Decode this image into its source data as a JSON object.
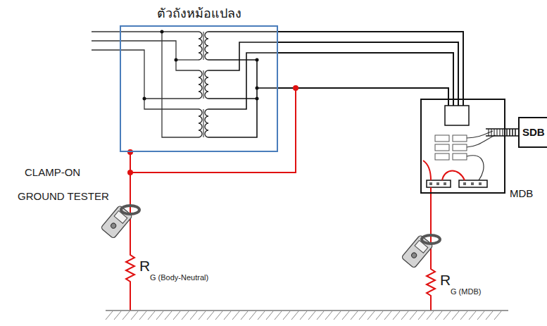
{
  "diagram": {
    "nodes": [
      {
        "text": [
          "ตัวถังหม้อแปลง"
        ]
      },
      {
        "text": [
          "MDB"
        ]
      },
      {
        "text": [
          "SDB"
        ]
      }
    ],
    "edges": [
      {
        "from": 0,
        "to": 1,
        "arrow": "none"
      },
      {
        "from": 1,
        "to": 2,
        "arrow": "none"
      }
    ],
    "labels": [
      "CLAMP-ON",
      "GROUND TESTER",
      "R",
      "G (Body-Neutral)",
      "R",
      "G (MDB)"
    ]
  }
}
